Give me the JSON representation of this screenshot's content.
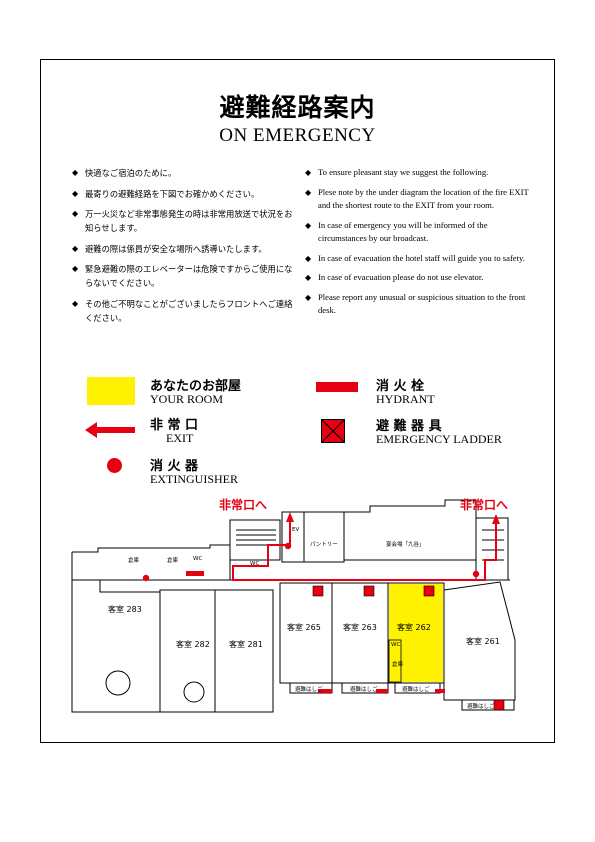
{
  "title": "避難経路案内",
  "subtitle": "ON EMERGENCY",
  "notes_jp": [
    "快適なご宿泊のために。",
    "最寄りの避難経路を下図でお確かめください。",
    "万一火災など非常事態発生の時は非常用放送で状況をお知らせします。",
    "避難の際は係員が安全な場所へ誘導いたします。",
    "緊急避難の際のエレベーターは危険ですからご使用にならないでください。",
    "その他ご不明なことがございましたらフロントへご連絡ください。"
  ],
  "notes_en": [
    "To ensure pleasant stay we suggest the following.",
    "Plese note by the under diagram the location of the fire EXIT and the shortest route to the EXIT from your room.",
    "In case of emergency you will be informed of the circumstances by our broadcast.",
    "In case of evacuation the hotel staff will guide you to safety.",
    "In case of evacuation please do not use elevator.",
    "Please report any unusual or suspicious situation to the front desk."
  ],
  "legend": {
    "your_room_jp": "あなたのお部屋",
    "your_room_en": "YOUR ROOM",
    "hydrant_jp": "消 火 栓",
    "hydrant_en": "HYDRANT",
    "exit_jp": "非 常 口",
    "exit_en": "EXIT",
    "ladder_jp": "避 難 器 具",
    "ladder_en": "EMERGENCY LADDER",
    "extinguisher_jp": "消 火 器",
    "extinguisher_en": "EXTINGUISHER"
  },
  "colors": {
    "accent_red": "#e60012",
    "room_yellow": "#fff200"
  },
  "map": {
    "exit_label_left": "非常口へ",
    "exit_label_right": "非常口へ",
    "rooms": {
      "r283": "客室 283",
      "r282": "客室 282",
      "r281": "客室 281",
      "r265": "客室 265",
      "r263": "客室 263",
      "r262": "客室 262",
      "r261": "客室 261"
    },
    "storage1": "倉庫",
    "storage2": "倉庫",
    "wc1": "WC",
    "wc2": "WC",
    "wc3": "WC",
    "ev": "EV",
    "pantry": "パントリー",
    "banquet": "宴会場「九谷」",
    "storage_small": "倉庫",
    "ladder_labels": [
      "避難はしご",
      "避難はしご",
      "避難はしご",
      "避難はしご"
    ]
  }
}
